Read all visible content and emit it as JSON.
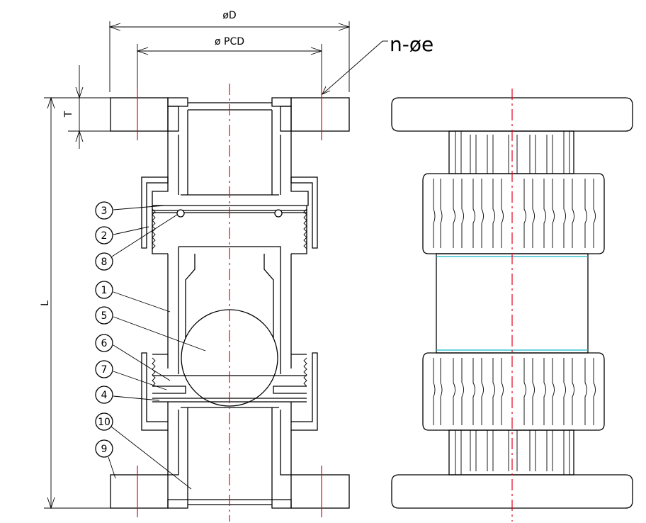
{
  "dimensions": {
    "outer_diameter": "øD",
    "pitch_circle": "ø PCD",
    "holes": "n-øe",
    "thickness": "T",
    "length": "L"
  },
  "parts": [
    "1",
    "2",
    "3",
    "4",
    "5",
    "6",
    "7",
    "8",
    "9",
    "10"
  ],
  "colors": {
    "centerline": "#e3001b",
    "pipe": "#14b8c8",
    "line": "#000000"
  }
}
